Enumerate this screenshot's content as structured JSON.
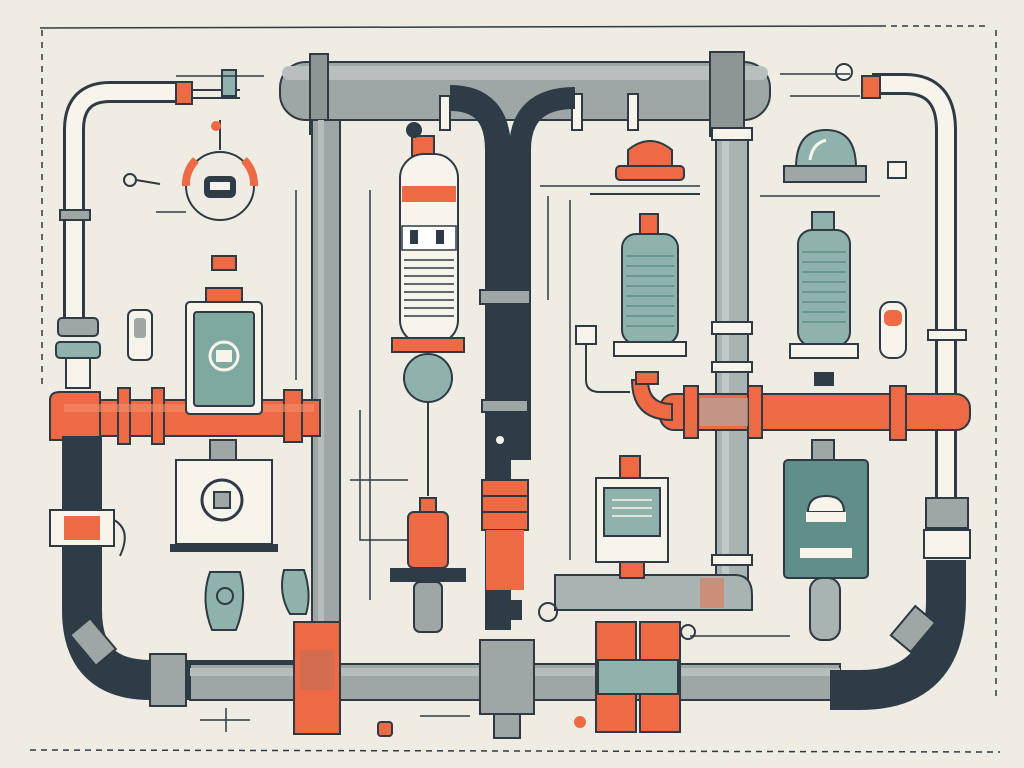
{
  "illustration": {
    "kind": "hand-drawn plumbing / industrial pipe system",
    "printed_text": []
  },
  "palette": {
    "background": "#efece3",
    "ink": "#2f3a44",
    "navy_pipe": "#2e3c48",
    "grey_pipe": "#9fa6a6",
    "teal": "#8fb3ac",
    "teal_dark": "#5f8f88",
    "orange": "#ee6a44",
    "cream": "#f7f4ec",
    "white": "#ffffff"
  },
  "components": [
    {
      "id": "gauge-top-left",
      "icon": "gauge-icon"
    },
    {
      "id": "control-panel-left",
      "icon": "control-panel-icon"
    },
    {
      "id": "monitor-left",
      "icon": "monitor-icon"
    },
    {
      "id": "cylinder-center",
      "icon": "cylinder-tank-icon"
    },
    {
      "id": "filter-tank-1",
      "icon": "filter-tank-icon"
    },
    {
      "id": "filter-tank-2",
      "icon": "filter-tank-icon"
    },
    {
      "id": "dome-cover",
      "icon": "dome-icon"
    },
    {
      "id": "monitor-center",
      "icon": "monitor-icon"
    },
    {
      "id": "control-box-right",
      "icon": "control-box-icon"
    },
    {
      "id": "pump-center",
      "icon": "pump-icon"
    },
    {
      "id": "hand-left",
      "icon": "hand-icon"
    }
  ]
}
